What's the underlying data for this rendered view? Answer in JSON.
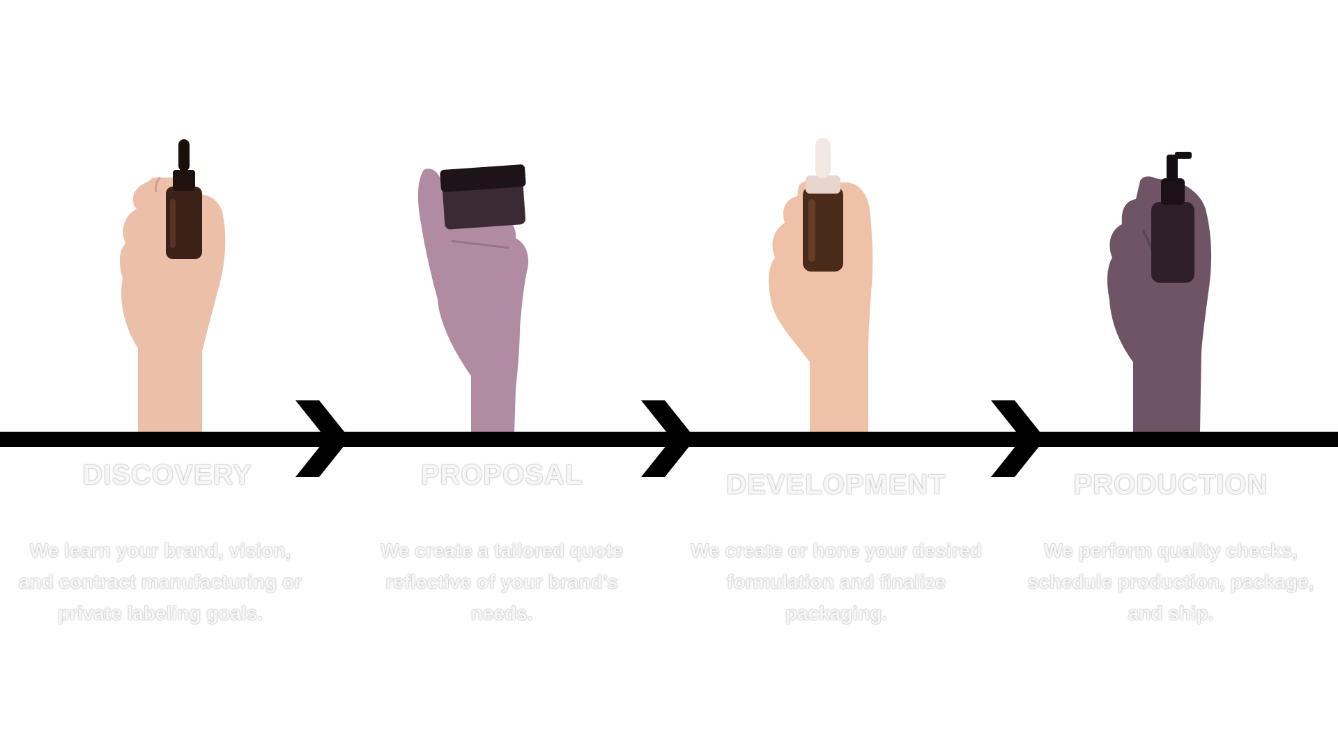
{
  "steps": [
    {
      "title": "DISCOVERY",
      "description": "We learn your brand, vision, and contract manufacturing or private labeling goals.",
      "product": "dropper-bottle",
      "skin_color": "#ecc0a8",
      "product_color": "#3a2218"
    },
    {
      "title": "PROPOSAL",
      "description": "We create a tailored quote reflective of your brand’s needs.",
      "product": "jar",
      "skin_color": "#b08ba1",
      "product_color": "#3b2a33"
    },
    {
      "title": "DEVELOPMENT",
      "description": "We create or hone your desired formulation and finalize packaging.",
      "product": "dropper-bottle-white-cap",
      "skin_color": "#efc2a8",
      "product_color": "#4a2a18"
    },
    {
      "title": "PRODUCTION",
      "description": "We perform quality checks, schedule production, package, and ship.",
      "product": "pump-bottle",
      "skin_color": "#6e5464",
      "product_color": "#2e1f2a"
    }
  ],
  "colors": {
    "line": "#000000",
    "text": "#f6f6f6"
  }
}
